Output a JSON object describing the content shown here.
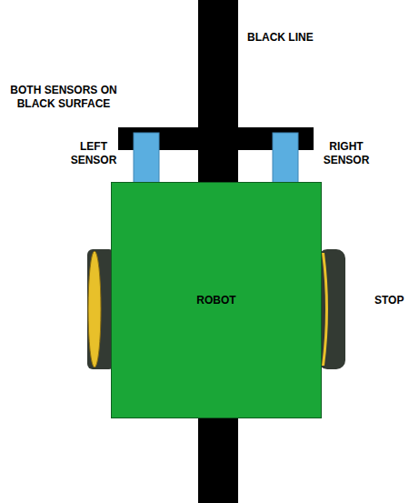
{
  "diagram": {
    "nodes": [
      {
        "text": [
          "ROBOT"
        ]
      }
    ],
    "labels": [
      "BLACK LINE",
      "BOTH SENSORS ON BLACK SURFACE",
      "LEFT SENSOR",
      "RIGHT SENSOR",
      "STOP"
    ]
  }
}
